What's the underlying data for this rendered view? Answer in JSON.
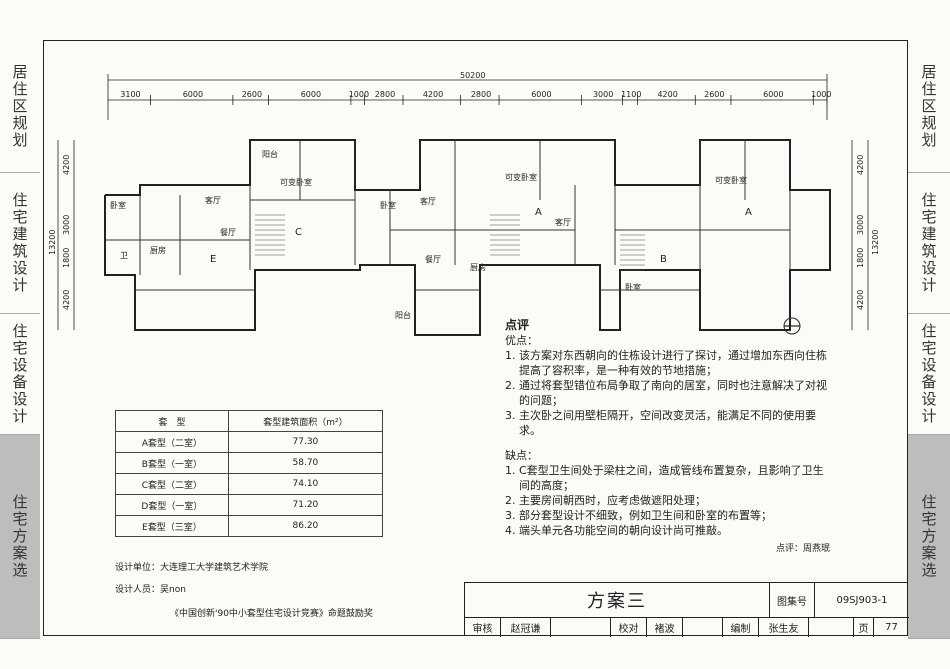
{
  "side_left": [
    {
      "label": "居住区规划",
      "active": false
    },
    {
      "label": "住宅建筑设计",
      "active": false
    },
    {
      "label": "住宅设备设计",
      "active": false
    },
    {
      "label": "住宅方案选",
      "active": true
    }
  ],
  "side_right": [
    {
      "label": "居住区规划",
      "active": false
    },
    {
      "label": "住宅建筑设计",
      "active": false
    },
    {
      "label": "住宅设备设计",
      "active": false
    },
    {
      "label": "住宅方案选",
      "active": true
    }
  ],
  "plan": {
    "total_dim": "50200",
    "top_dims": [
      "3100",
      "6000",
      "2600",
      "6000",
      "1000",
      "2800",
      "4200",
      "2800",
      "6000",
      "3000",
      "1100",
      "4200",
      "2600",
      "6000",
      "1000"
    ],
    "right_dims": [
      "4200",
      "3000",
      "1800",
      "4200"
    ],
    "left_dims": [
      "4200",
      "3000",
      "1800",
      "4200"
    ],
    "left_total": "13200",
    "right_total": "13200",
    "unit_labels": [
      "E",
      "C",
      "A",
      "B",
      "A"
    ],
    "room_labels": [
      "客厅",
      "卧室",
      "可变卧室",
      "厨房",
      "餐厅",
      "卫",
      "阳台",
      "客厅",
      "可变卧室",
      "卧室",
      "厨房",
      "客厅",
      "餐厅",
      "阳台",
      "卧室",
      "可变卧室"
    ]
  },
  "comments": {
    "heading": "点评",
    "pros_title": "优点：",
    "pros": [
      "1. 该方案对东西朝向的住栋设计进行了探讨，通过增加东西向住栋提高了容积率，是一种有效的节地措施；",
      "2. 通过将套型错位布局争取了南向的居室，同时也注意解决了对视的问题；",
      "3. 主次卧之间用壁柜隔开，空间改变灵活，能满足不同的使用要求。"
    ],
    "cons_title": "缺点：",
    "cons": [
      "1. C套型卫生间处于梁柱之间，造成管线布置复杂，且影响了卫生间的高度；",
      "2. 主要房间朝西时，应考虑做遮阳处理；",
      "3. 部分套型设计不细致，例如卫生间和卧室的布置等；",
      "4. 端头单元各功能空间的朝向设计尚可推敲。"
    ],
    "reviewer": "点评：周燕珉"
  },
  "area_table": {
    "headers": [
      "套　型",
      "套型建筑面积（m²）"
    ],
    "rows": [
      [
        "A套型（二室）",
        "77.30"
      ],
      [
        "B套型（一室）",
        "58.70"
      ],
      [
        "C套型（二室）",
        "74.10"
      ],
      [
        "D套型（一室）",
        "71.20"
      ],
      [
        "E套型（三室）",
        "86.20"
      ]
    ]
  },
  "credits": {
    "unit": "设计单位：大连理工大学建筑艺术学院",
    "designer": "设计人员：吴non",
    "award": "《中国创新'90中小套型住宅设计竞赛》命题鼓励奖"
  },
  "titleblock": {
    "title": "方案三",
    "atlas_label": "图集号",
    "atlas_no": "09SJ903-1",
    "page_label": "页",
    "page_no": "77",
    "row": [
      "审核",
      "赵冠谦",
      "校对",
      "褚波",
      "编制",
      "张生友"
    ]
  },
  "colors": {
    "line": "#222222",
    "active_tab": "#bdbdbd"
  }
}
